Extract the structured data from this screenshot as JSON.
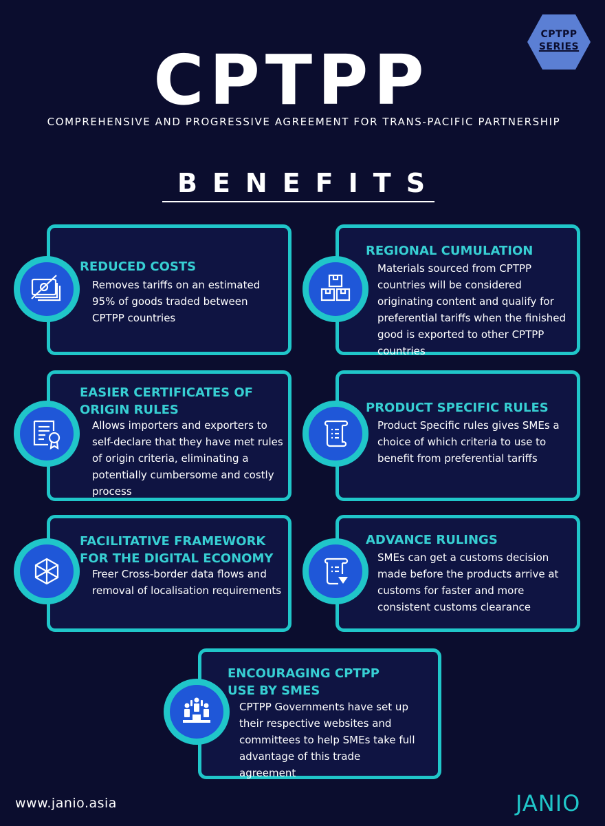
{
  "badge": {
    "line1": "CPTPP",
    "line2": "SERIES"
  },
  "header": {
    "title": "CPTPP",
    "subtitle": "COMPREHENSIVE AND PROGRESSIVE AGREEMENT FOR TRANS-PACIFIC PARTNERSHIP"
  },
  "section_title": "BENEFITS",
  "cards": [
    {
      "title_lines": [
        "REDUCED COSTS"
      ],
      "text": "Removes tariffs on an estimated 95% of goods traded between CPTPP countries",
      "icon": "money-crossed-icon"
    },
    {
      "title_lines": [
        "REGIONAL CUMULATION"
      ],
      "text": "Materials sourced from CPTPP countries will be considered originating content and qualify for preferential tariffs when the finished good is exported to other CPTPP countries",
      "icon": "boxes-icon"
    },
    {
      "title_lines": [
        "EASIER CERTIFICATES OF",
        "ORIGIN RULES"
      ],
      "text": "Allows importers and exporters to self-declare that they have met rules of origin criteria, eliminating a potentially cumbersome and costly process",
      "icon": "certificate-icon"
    },
    {
      "title_lines": [
        "PRODUCT SPECIFIC RULES"
      ],
      "text": "Product Specific rules gives SMEs a choice of which criteria to use to benefit from preferential tariffs",
      "icon": "scroll-icon"
    },
    {
      "title_lines": [
        "FACILITATIVE FRAMEWORK",
        "FOR THE DIGITAL ECONOMY"
      ],
      "text": "Freer Cross-border data flows and removal of localisation requirements",
      "icon": "network-cube-icon"
    },
    {
      "title_lines": [
        "ADVANCE RULINGS"
      ],
      "text": "SMEs can get a customs decision made before the products arrive at customs for faster and more consistent customs clearance",
      "icon": "scroll-check-icon"
    },
    {
      "title_lines": [
        "ENCOURAGING CPTPP",
        "USE BY SMES"
      ],
      "text": "CPTPP Governments have set up their respective websites and committees to help SMEs take full advantage of this trade agreement",
      "icon": "podium-icon"
    }
  ],
  "footer": {
    "url": "www.janio.asia",
    "logo": "JANIO"
  },
  "colors": {
    "background": "#0b0d2e",
    "accent": "#20c6c9",
    "title_accent": "#37cfd3",
    "icon_blue": "#1f57d8",
    "badge": "#5b7fd4"
  }
}
